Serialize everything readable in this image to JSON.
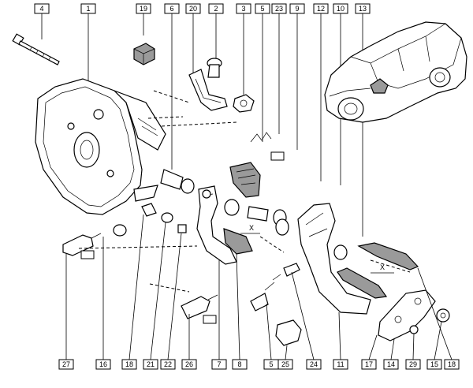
{
  "diagram": {
    "callouts_top": [
      {
        "id": "c4",
        "label": "4"
      },
      {
        "id": "c1",
        "label": "1"
      },
      {
        "id": "c19",
        "label": "19"
      },
      {
        "id": "c6",
        "label": "6"
      },
      {
        "id": "c20",
        "label": "20"
      },
      {
        "id": "c2",
        "label": "2"
      },
      {
        "id": "c3",
        "label": "3"
      },
      {
        "id": "c5",
        "label": "5"
      },
      {
        "id": "c23",
        "label": "23"
      },
      {
        "id": "c9",
        "label": "9"
      },
      {
        "id": "c12",
        "label": "12"
      },
      {
        "id": "c10",
        "label": "10"
      },
      {
        "id": "c13",
        "label": "13"
      }
    ],
    "callouts_bottom": [
      {
        "id": "b27",
        "label": "27"
      },
      {
        "id": "b16",
        "label": "16"
      },
      {
        "id": "b18",
        "label": "18"
      },
      {
        "id": "b21",
        "label": "21"
      },
      {
        "id": "b22",
        "label": "22"
      },
      {
        "id": "b26",
        "label": "26"
      },
      {
        "id": "b7",
        "label": "7"
      },
      {
        "id": "b8",
        "label": "8"
      },
      {
        "id": "b5",
        "label": "5"
      },
      {
        "id": "b25",
        "label": "25"
      },
      {
        "id": "b24",
        "label": "24"
      },
      {
        "id": "b11",
        "label": "11"
      },
      {
        "id": "b17",
        "label": "17"
      },
      {
        "id": "b14",
        "label": "14"
      },
      {
        "id": "b29",
        "label": "29"
      },
      {
        "id": "b15",
        "label": "15"
      },
      {
        "id": "b28",
        "label": "18"
      }
    ],
    "dim_marks": [
      "X",
      "X"
    ]
  }
}
